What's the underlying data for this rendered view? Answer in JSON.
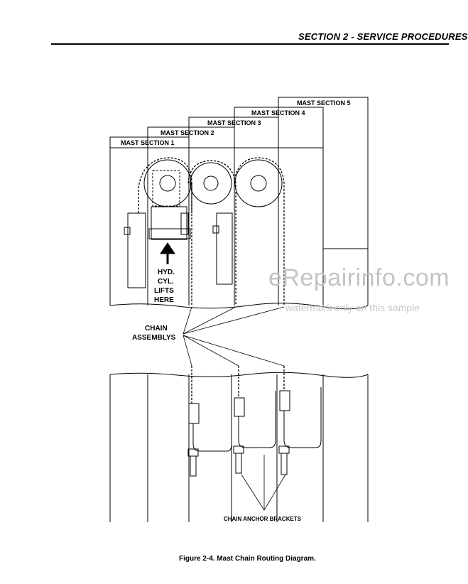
{
  "header": {
    "section_title": "SECTION 2 - SERVICE PROCEDURES"
  },
  "diagram": {
    "mast_sections": [
      "MAST SECTION 1",
      "MAST SECTION 2",
      "MAST SECTION 3",
      "MAST SECTION 4",
      "MAST SECTION 5"
    ],
    "cylinder_label": [
      "HYD.",
      "CYL.",
      "LIFTS",
      "HERE"
    ],
    "chain_label": [
      "CHAIN",
      "ASSEMBLYS"
    ],
    "bracket_label": "CHAIN ANCHOR BRACKETS"
  },
  "caption": "Figure 2-4.  Mast Chain Routing Diagram.",
  "watermark": {
    "brand": "eRepairinfo.com",
    "note": "watermark only on this sample"
  }
}
